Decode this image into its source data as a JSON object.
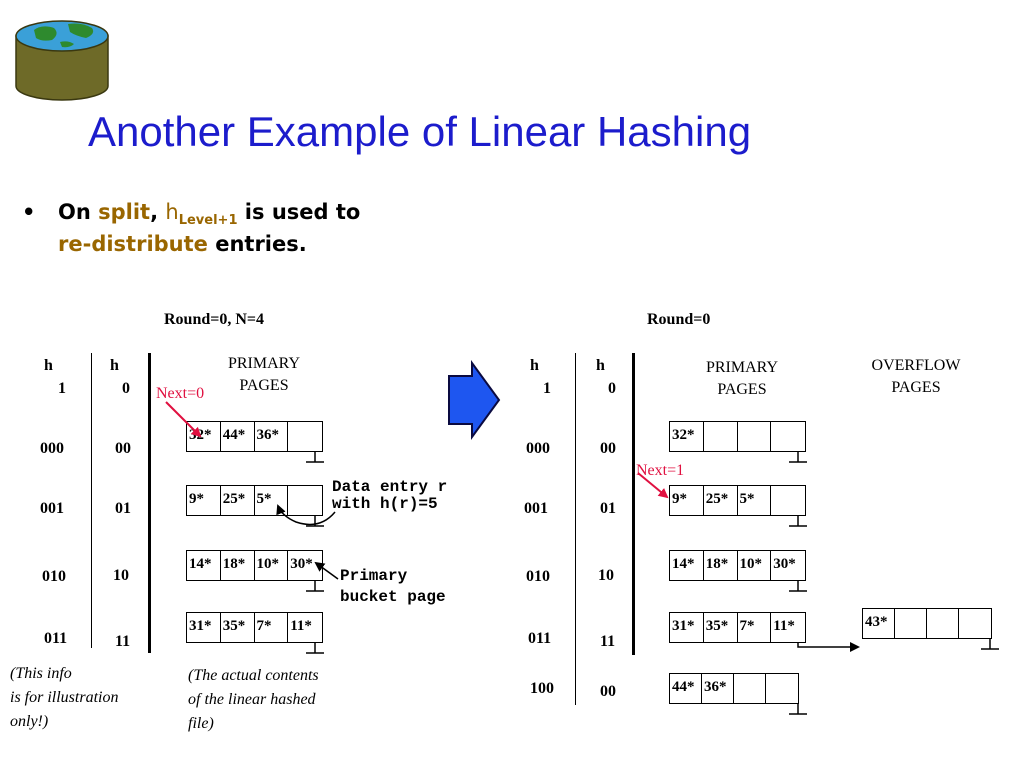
{
  "title": "Another Example of Linear Hashing",
  "bullet": {
    "marker": "•",
    "on": "On ",
    "split": "split",
    "comma": ",",
    "h": "h",
    "h_sub": "Level+1",
    "is_used_to": " is used to",
    "redistribute": "re-distribute",
    "entries": " entries."
  },
  "left": {
    "round_label": "Round=0, N=4",
    "h1_top": "h",
    "h1_bottom": "1",
    "h0_top": "h",
    "h0_bottom": "0",
    "primary_label": "PRIMARY\nPAGES",
    "next_label": "Next=0",
    "h1_values": [
      "000",
      "001",
      "010",
      "011"
    ],
    "h0_values": [
      "00",
      "01",
      "10",
      "11"
    ],
    "buckets": [
      [
        "32*",
        "44*",
        "36*",
        ""
      ],
      [
        "9*",
        "25*",
        "5*",
        ""
      ],
      [
        "14*",
        "18*",
        "10*",
        "30*"
      ],
      [
        "31*",
        "35*",
        "7*",
        "11*"
      ]
    ],
    "data_entry_annotation": "Data entry r\nwith h(r)=5",
    "primary_bucket_annotation": "Primary\nbucket page",
    "note_info": "(This info\nis for illustration\nonly!)",
    "note_contents": "(The actual contents\nof the linear hashed\nfile)"
  },
  "right": {
    "round_label": "Round=0",
    "h1_top": "h",
    "h1_bottom": "1",
    "h0_top": "h",
    "h0_bottom": "0",
    "primary_label": "PRIMARY\nPAGES",
    "overflow_label": "OVERFLOW\nPAGES",
    "next_label": "Next=1",
    "h1_values": [
      "000",
      "001",
      "010",
      "011",
      "100"
    ],
    "h0_values": [
      "00",
      "01",
      "10",
      "11",
      "00"
    ],
    "buckets": [
      [
        "32*",
        "",
        "",
        ""
      ],
      [
        "9*",
        "25*",
        "5*",
        ""
      ],
      [
        "14*",
        "18*",
        "10*",
        "30*"
      ],
      [
        "31*",
        "35*",
        "7*",
        "11*"
      ],
      [
        "44*",
        "36*",
        "",
        ""
      ]
    ],
    "overflow_bucket": [
      "43*",
      "",
      "",
      ""
    ]
  },
  "colors": {
    "title": "#1c1ccc",
    "accent": "#996600",
    "next_pointer": "#e01040",
    "arrow_fill": "#1e56f0",
    "globe_cylinder": "#6e6a28"
  }
}
